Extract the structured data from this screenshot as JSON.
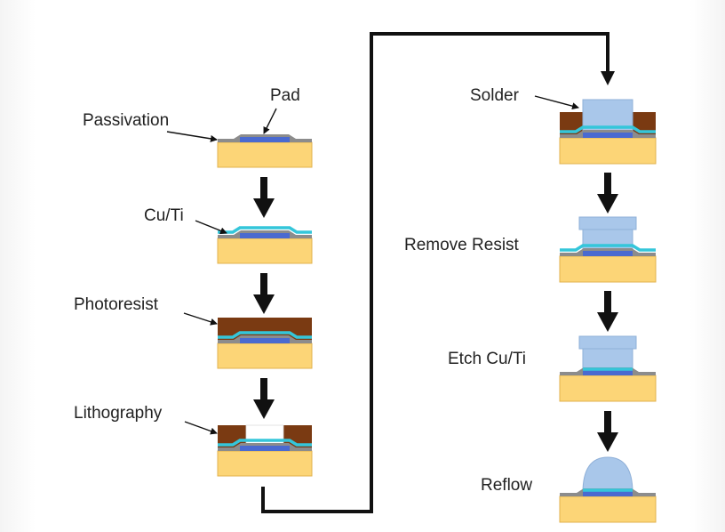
{
  "labels": {
    "pad": "Pad",
    "passivation": "Passivation",
    "cu_ti": "Cu/Ti",
    "photoresist": "Photoresist",
    "lithography": "Lithography",
    "solder": "Solder",
    "remove_resist": "Remove Resist",
    "etch_cu_ti": "Etch Cu/Ti",
    "reflow": "Reflow"
  },
  "colors": {
    "substrate": "#fcd577",
    "pad": "#4a6ad0",
    "passivation": "#8c8c8c",
    "cu_ti": "#34c6da",
    "photoresist": "#7a3a12",
    "solder": "#a9c7ea",
    "arrow": "#111111"
  }
}
